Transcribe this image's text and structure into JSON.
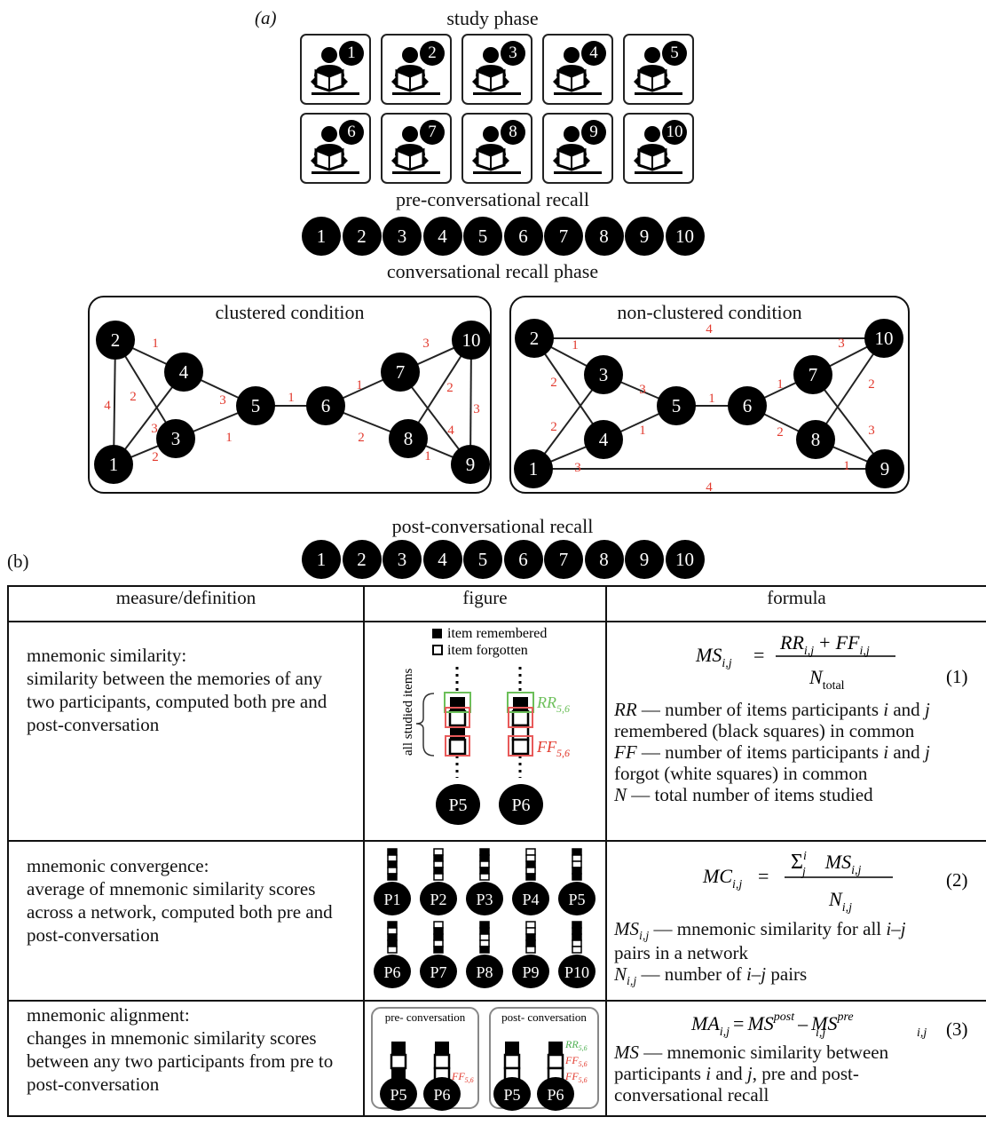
{
  "panel_a": {
    "label": "(a)",
    "study_phase": {
      "title": "study phase",
      "participants": [
        "1",
        "2",
        "3",
        "4",
        "5",
        "6",
        "7",
        "8",
        "9",
        "10"
      ]
    },
    "pre_recall": {
      "title": "pre-conversational recall",
      "participants": [
        "1",
        "2",
        "3",
        "4",
        "5",
        "6",
        "7",
        "8",
        "9",
        "10"
      ]
    },
    "conversational_phase": {
      "title": "conversational recall phase",
      "clustered": {
        "title": "clustered condition",
        "nodes": [
          "1",
          "2",
          "3",
          "4",
          "5",
          "6",
          "7",
          "8",
          "9",
          "10"
        ],
        "edge_labels": [
          "1",
          "2",
          "4",
          "3",
          "2",
          "3",
          "1",
          "1",
          "1",
          "2",
          "3",
          "2",
          "4",
          "3",
          "1"
        ]
      },
      "non_clustered": {
        "title": "non-clustered condition",
        "nodes": [
          "1",
          "2",
          "3",
          "4",
          "5",
          "6",
          "7",
          "8",
          "9",
          "10"
        ],
        "edge_labels": [
          "4",
          "1",
          "2",
          "2",
          "3",
          "3",
          "1",
          "1",
          "1",
          "2",
          "3",
          "2",
          "3",
          "1",
          "4"
        ]
      }
    },
    "post_recall": {
      "title": "post-conversational recall",
      "participants": [
        "1",
        "2",
        "3",
        "4",
        "5",
        "6",
        "7",
        "8",
        "9",
        "10"
      ]
    }
  },
  "panel_b": {
    "label": "(b)",
    "headers": [
      "measure/definition",
      "figure",
      "formula"
    ],
    "rows": [
      {
        "title": "mnemonic similarity:",
        "definition": "similarity between the memories of any two participants, computed both pre and post-conversation",
        "figure": {
          "legend_remembered": "item remembered",
          "legend_forgotten": "item forgotten",
          "axis_label": "all studied items",
          "rr_label": "RR",
          "rr_sub": "5,6",
          "ff_label": "FF",
          "ff_sub": "5,6",
          "p_left": "P5",
          "p_right": "P6"
        },
        "formula": {
          "lhs": "MS",
          "lhs_sub": "i,j",
          "num_a": "RR",
          "num_a_sub": "i,j",
          "plus": "+",
          "num_b": "FF",
          "num_b_sub": "i,j",
          "den": "N",
          "den_sub": "total",
          "eq_number": "(1)",
          "notes": [
            "RR — number of items participants i and j",
            "remembered (black squares) in common",
            "FF — number of items participants i and j",
            "forgot (white squares) in common",
            "N — total number of items studied"
          ]
        }
      },
      {
        "title": "mnemonic convergence:",
        "definition": "average of mnemonic similarity scores across a network, computed both pre and post-conversation",
        "figure": {
          "participants": [
            "P1",
            "P2",
            "P3",
            "P4",
            "P5",
            "P6",
            "P7",
            "P8",
            "P9",
            "P10"
          ]
        },
        "formula": {
          "lhs": "MC",
          "lhs_sub": "i,j",
          "sum": "Σ",
          "sum_sup": "i",
          "sum_sub": "j",
          "num": "MS",
          "num_sub": "i,j",
          "den": "N",
          "den_sub": "i,j",
          "eq_number": "(2)",
          "notes": [
            "MS_{i,j} — mnemonic similarity for all i–j",
            "pairs in a network",
            "N_{i,j} — number of i–j pairs"
          ]
        }
      },
      {
        "title": "mnemonic alignment:",
        "definition": "changes in mnemonic similarity scores between any two participants from pre to post-conversation",
        "figure": {
          "pre_title": "pre-\nconversation",
          "post_title": "post-\nconversation",
          "ff_label": "FF",
          "rr_label": "RR",
          "sub": "5,6",
          "p_left": "P5",
          "p_right": "P6"
        },
        "formula": {
          "lhs": "MA",
          "lhs_sub": "i,j",
          "ms": "MS",
          "post_sup": "post",
          "pre_sup": "pre",
          "sub": "i,j",
          "eq_number": "(3)",
          "notes": [
            "MS — mnemonic similarity between",
            "participants i and j, pre and post-",
            "conversational recall"
          ]
        }
      }
    ]
  },
  "colors": {
    "edge_label": "#e23a2e",
    "rr_green": "#4caf50",
    "ff_red": "#e23a2e"
  }
}
